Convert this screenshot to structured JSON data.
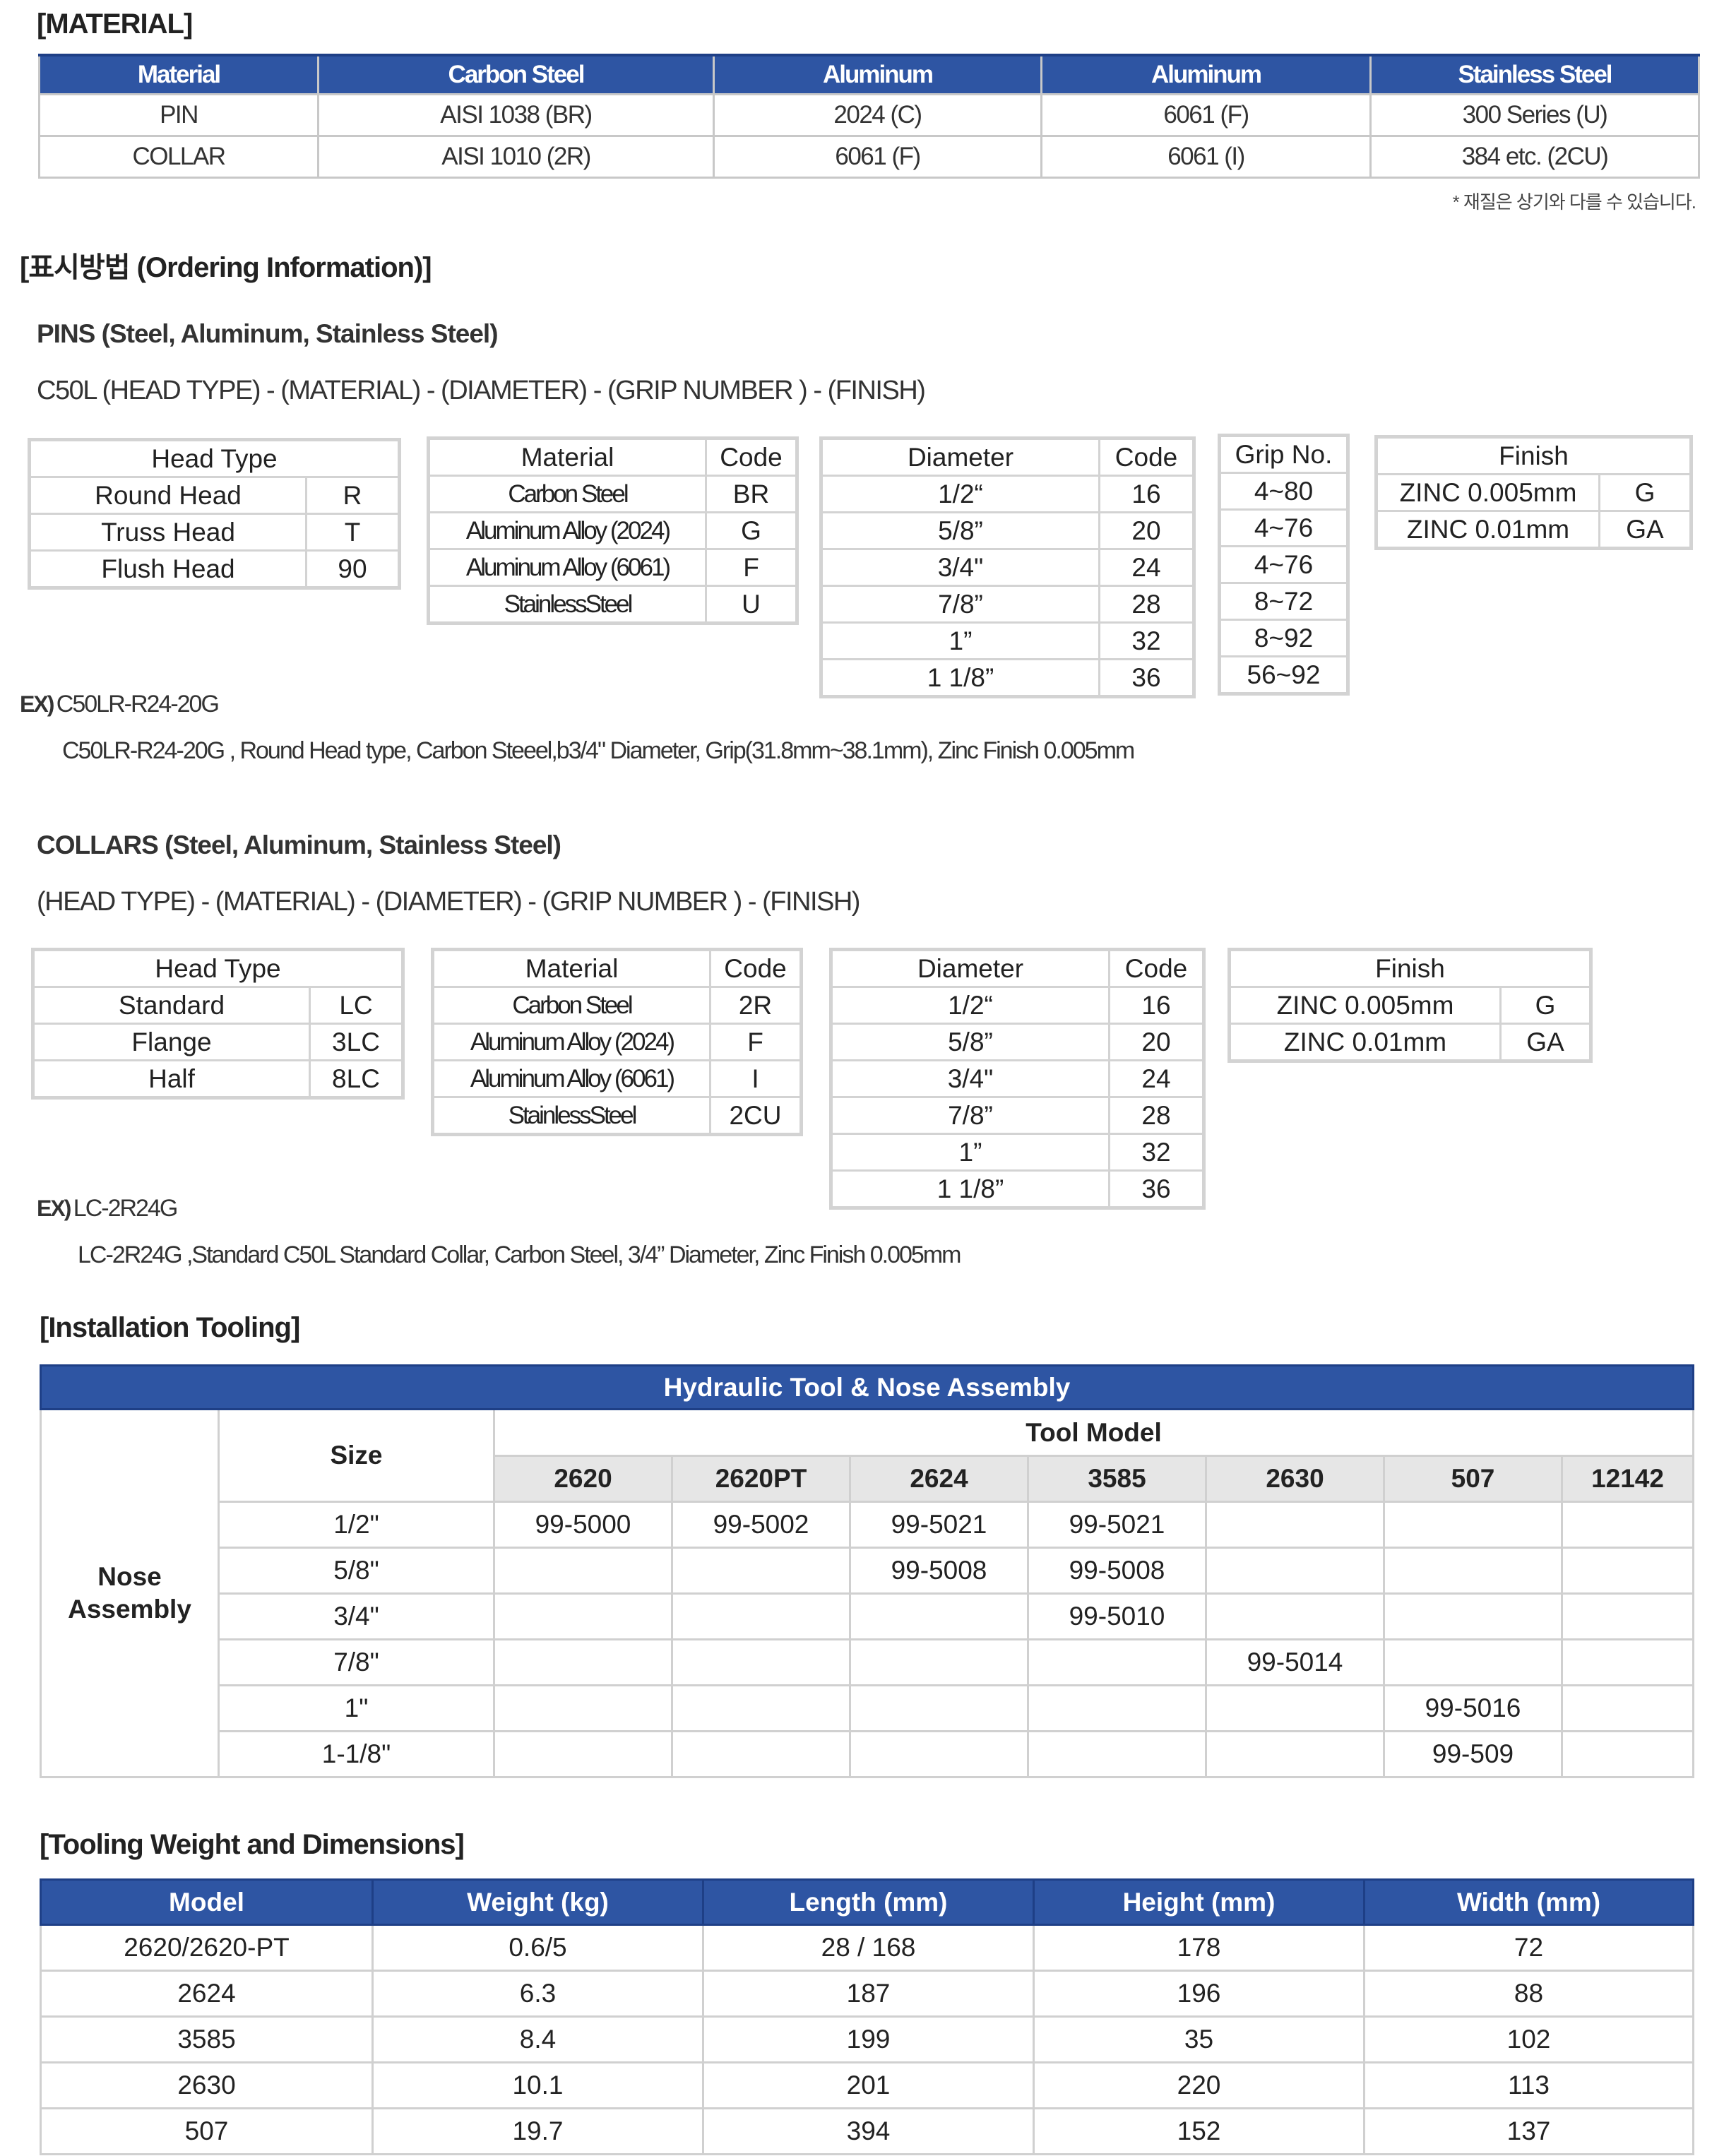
{
  "material_section": {
    "title": "[MATERIAL]",
    "headers": [
      "Material",
      "Carbon Steel",
      "Aluminum",
      "Aluminum",
      "Stainless Steel"
    ],
    "rows": [
      [
        "PIN",
        "AISI 1038 (BR)",
        "2024 (C)",
        "6061 (F)",
        "300 Series (U)"
      ],
      [
        "COLLAR",
        "AISI 1010 (2R)",
        "6061 (F)",
        "6061 (I)",
        "384 etc. (2CU)"
      ]
    ],
    "note": "* 재질은 상기와 다를 수 있습니다."
  },
  "ordering_title": "[표시방법 (Ordering Information)]",
  "pins": {
    "title": "PINS (Steel, Aluminum, Stainless Steel)",
    "code_format": "C50L (HEAD  TYPE) - (MATERIAL) - (DIAMETER) - (GRIP NUMBER ) - (FINISH)",
    "head_type": {
      "header": "Head Type",
      "rows": [
        [
          "Round Head",
          "R"
        ],
        [
          "Truss Head",
          "T"
        ],
        [
          "Flush Head",
          "90"
        ]
      ]
    },
    "material": {
      "headers": [
        "Material",
        "Code"
      ],
      "rows": [
        [
          "Carbon Steel",
          "BR"
        ],
        [
          "Aluminum Alloy (2024)",
          "G"
        ],
        [
          "Aluminum Alloy (6061)",
          "F"
        ],
        [
          "StainlessSteel",
          "U"
        ]
      ]
    },
    "diameter": {
      "headers": [
        "Diameter",
        "Code"
      ],
      "rows": [
        [
          "1/2“",
          "16"
        ],
        [
          "5/8”",
          "20"
        ],
        [
          "3/4\"",
          "24"
        ],
        [
          "7/8”",
          "28"
        ],
        [
          "1”",
          "32"
        ],
        [
          "1 1/8”",
          "36"
        ]
      ]
    },
    "grip": {
      "header": "Grip No.",
      "rows": [
        "4~80",
        "4~76",
        "4~76",
        "8~72",
        "8~92",
        "56~92"
      ]
    },
    "finish": {
      "header": "Finish",
      "rows": [
        [
          "ZINC 0.005mm",
          "G"
        ],
        [
          "ZINC 0.01mm",
          "GA"
        ]
      ]
    },
    "ex_label": "EX)",
    "ex_code": "C50LR-R24-20G",
    "ex_desc": "C50LR-R24-20G ,  Round  Head type, Carbon Steeel,b3/4\" Diameter, Grip(31.8mm~38.1mm), Zinc Finish 0.005mm"
  },
  "collars": {
    "title": "COLLARS (Steel, Aluminum, Stainless Steel)",
    "code_format": "(HEAD TYPE) - (MATERIAL) - (DIAMETER) - (GRIP NUMBER ) - (FINISH)",
    "head_type": {
      "header": "Head Type",
      "rows": [
        [
          "Standard",
          "LC"
        ],
        [
          "Flange",
          "3LC"
        ],
        [
          "Half",
          "8LC"
        ]
      ]
    },
    "material": {
      "headers": [
        "Material",
        "Code"
      ],
      "rows": [
        [
          "Carbon Steel",
          "2R"
        ],
        [
          "Aluminum Alloy (2024)",
          "F"
        ],
        [
          "Aluminum Alloy (6061)",
          "I"
        ],
        [
          "StainlessSteel",
          "2CU"
        ]
      ]
    },
    "diameter": {
      "headers": [
        "Diameter",
        "Code"
      ],
      "rows": [
        [
          "1/2“",
          "16"
        ],
        [
          "5/8”",
          "20"
        ],
        [
          "3/4\"",
          "24"
        ],
        [
          "7/8”",
          "28"
        ],
        [
          "1”",
          "32"
        ],
        [
          "1 1/8”",
          "36"
        ]
      ]
    },
    "finish": {
      "header": "Finish",
      "rows": [
        [
          "ZINC 0.005mm",
          "G"
        ],
        [
          "ZINC 0.01mm",
          "GA"
        ]
      ]
    },
    "ex_label": "EX)",
    "ex_code": "LC-2R24G",
    "ex_desc": "LC-2R24G ,Standard C50L Standard  Collar, Carbon Steel, 3/4” Diameter, Zinc Finish 0.005mm"
  },
  "installation": {
    "title": "[Installation Tooling]",
    "banner": "Hydraulic Tool & Nose Assembly",
    "row_header": "Nose Assembly",
    "size_header": "Size",
    "tool_model_header": "Tool Model",
    "models": [
      "2620",
      "2620PT",
      "2624",
      "3585",
      "2630",
      "507",
      "12142"
    ],
    "rows": [
      {
        "size": "1/2\"",
        "cells": [
          "99-5000",
          "99-5002",
          "99-5021",
          "99-5021",
          "",
          "",
          ""
        ]
      },
      {
        "size": "5/8\"",
        "cells": [
          "",
          "",
          "99-5008",
          "99-5008",
          "",
          "",
          ""
        ]
      },
      {
        "size": "3/4\"",
        "cells": [
          "",
          "",
          "",
          "99-5010",
          "",
          "",
          ""
        ]
      },
      {
        "size": "7/8\"",
        "cells": [
          "",
          "",
          "",
          "",
          "99-5014",
          "",
          ""
        ]
      },
      {
        "size": "1\"",
        "cells": [
          "",
          "",
          "",
          "",
          "",
          "99-5016",
          ""
        ]
      },
      {
        "size": "1-1/8\"",
        "cells": [
          "",
          "",
          "",
          "",
          "",
          "99-509",
          ""
        ]
      }
    ]
  },
  "weights": {
    "title": "[Tooling Weight and Dimensions]",
    "headers": [
      "Model",
      "Weight (kg)",
      "Length (mm)",
      "Height (mm)",
      "Width (mm)"
    ],
    "rows": [
      [
        "2620/2620-PT",
        "0.6/5",
        "28 / 168",
        "178",
        "72"
      ],
      [
        "2624",
        "6.3",
        "187",
        "196",
        "88"
      ],
      [
        "3585",
        "8.4",
        "199",
        "35",
        "102"
      ],
      [
        "2630",
        "10.1",
        "201",
        "220",
        "113"
      ],
      [
        "507",
        "19.7",
        "394",
        "152",
        "137"
      ]
    ]
  }
}
